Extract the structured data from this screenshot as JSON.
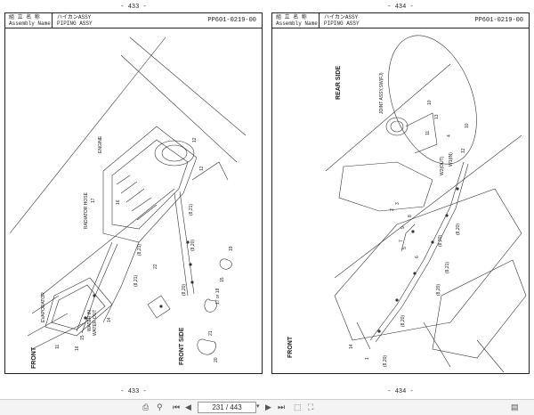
{
  "pages": {
    "left": {
      "number_top": "- 433 -",
      "number_bottom": "- 433 -",
      "label_jp": "組 立 名 称",
      "label_en": "Assembly Name",
      "name_jp": "ハイカンASSY",
      "name_en": "PIPING ASSY",
      "code": "PP601-0219-00",
      "callouts": {
        "engine": "ENGINE",
        "radiator_hose": "RADIATOR HOSE",
        "evaporator": "EVAPORATOR",
        "water_in": "WATER IN",
        "water_out": "WATER OUT",
        "front_side": "FRONT SIDE",
        "front": "FRONT"
      },
      "part_numbers": [
        "12",
        "16",
        "17",
        "(8,21)",
        "(8,20)",
        "(8,21)",
        "12",
        "(8,20)",
        "(8,21)",
        "22",
        "17 or 18",
        "15",
        "19",
        "21",
        "20",
        "14",
        "15",
        "16",
        "11"
      ]
    },
    "right": {
      "number_top": "- 434 -",
      "number_bottom": "- 434 -",
      "label_jp": "組 立 名 称",
      "label_en": "Assembly Name",
      "name_jp": "ハイカンASSY",
      "name_en": "PIPING ASSY",
      "code": "PP601-0219-00",
      "callouts": {
        "rear_side": "REAR SIDE",
        "joint_assy": "JOINT ASSY,SW(FJ)",
        "w1_in": "W1(IN)",
        "w2_out": "W2(OUT)",
        "front": "FRONT"
      },
      "part_numbers": [
        "10",
        "13",
        "11",
        "4",
        "8",
        "9",
        "7",
        "(8,20)",
        "2",
        "3",
        "6",
        "5",
        "(8,20)",
        "(8,21)",
        "(8,20)",
        "(8,20)",
        "14",
        "(8,20)",
        "1",
        "12",
        "10"
      ]
    }
  },
  "toolbar": {
    "page_field": "231 / 443",
    "icons": [
      "print-icon",
      "zoom-icon",
      "first-page-icon",
      "prev-page-icon",
      "next-page-icon",
      "last-page-icon",
      "fit-page-icon",
      "fullscreen-icon",
      "tools-icon"
    ]
  }
}
